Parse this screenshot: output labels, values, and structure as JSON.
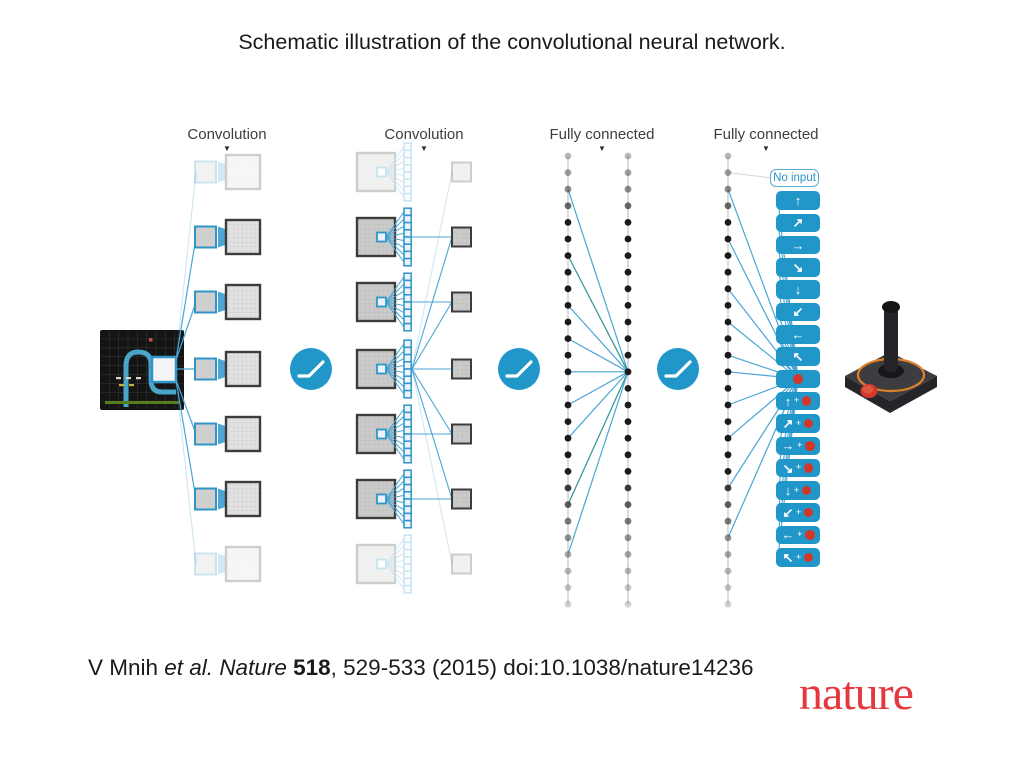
{
  "title": "Schematic illustration of the convolutional neural network.",
  "layer_marker_glyph": "▼",
  "layer_labels": [
    {
      "label": "Convolution"
    },
    {
      "label": "Convolution"
    },
    {
      "label": "Fully connected"
    },
    {
      "label": "Fully connected"
    }
  ],
  "output_column": {
    "no_input_label": "No input",
    "plus_glyph": "+",
    "buttons": [
      {
        "name": "no-input",
        "label": "No input"
      },
      {
        "name": "up",
        "glyph": "↑"
      },
      {
        "name": "up-right",
        "glyph": "↗"
      },
      {
        "name": "right",
        "glyph": "→"
      },
      {
        "name": "down-right",
        "glyph": "↘"
      },
      {
        "name": "down",
        "glyph": "↓"
      },
      {
        "name": "down-left",
        "glyph": "↙"
      },
      {
        "name": "left",
        "glyph": "←"
      },
      {
        "name": "up-left",
        "glyph": "↖"
      },
      {
        "name": "fire",
        "fire": true
      },
      {
        "name": "up-fire",
        "glyph": "↑",
        "fire": true
      },
      {
        "name": "up-right-fire",
        "glyph": "↗",
        "fire": true
      },
      {
        "name": "right-fire",
        "glyph": "→",
        "fire": true
      },
      {
        "name": "down-right-fire",
        "glyph": "↘",
        "fire": true
      },
      {
        "name": "down-fire",
        "glyph": "↓",
        "fire": true
      },
      {
        "name": "down-left-fire",
        "glyph": "↙",
        "fire": true
      },
      {
        "name": "left-fire",
        "glyph": "←",
        "fire": true
      },
      {
        "name": "up-left-fire",
        "glyph": "↖",
        "fire": true
      }
    ]
  },
  "icons": {
    "relu": "relu-curve-icon",
    "layer_marker": "triangle-down-icon",
    "fire": "red-circle-icon",
    "controller": "atari-joystick-icon"
  },
  "citation": {
    "authors": "V Mnih ",
    "et_al": "et al. ",
    "journal": "Nature ",
    "volume": "518",
    "rest": ", 529-533 (2015) doi:10.1038/nature14236"
  },
  "brand": {
    "wordmark": "nature"
  },
  "colors": {
    "button_blue": "#2196c9",
    "line_blue": "#4aa6d4",
    "teal_line": "#2e9490",
    "fire_red": "#d2382a",
    "brand_red": "#e5383e",
    "square_border": "#3c3c3c",
    "patch_blue": "#2f95c9",
    "dot_black": "#1b1b1b",
    "no_input_blue": "#2b93c5",
    "track_blue": "#49a6c9",
    "screen_bg": "#141414",
    "grass_green": "#567c1e"
  }
}
